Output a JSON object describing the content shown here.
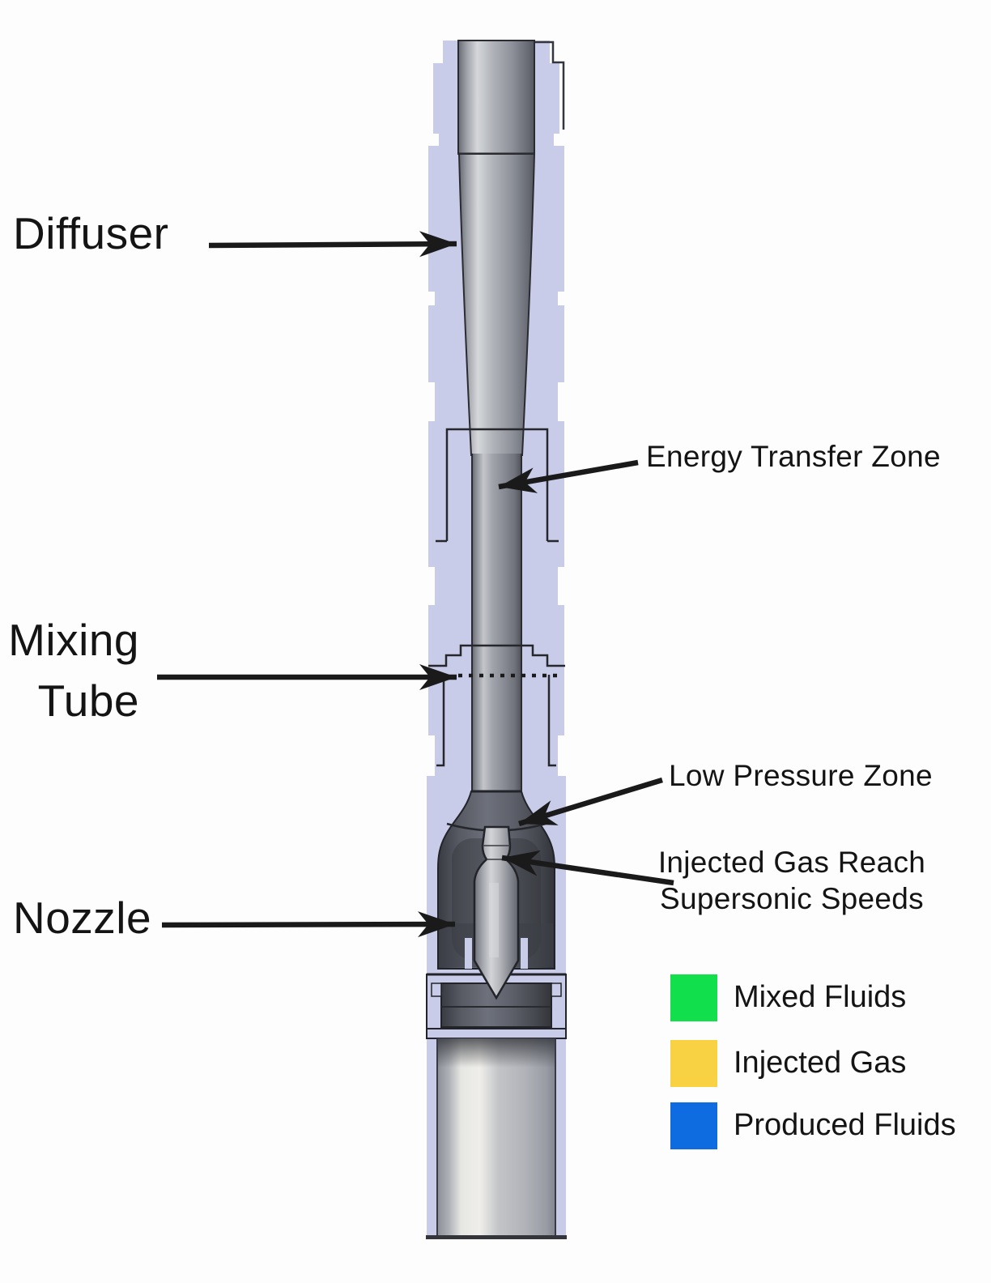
{
  "callouts": {
    "diffuser": "Diffuser",
    "energy_transfer_zone": "Energy Transfer Zone",
    "mixing_tube": {
      "line1": "Mixing",
      "line2": "Tube"
    },
    "low_pressure_zone": "Low Pressure Zone",
    "injected_gas": {
      "line1": "Injected Gas Reach",
      "line2": "Supersonic Speeds"
    },
    "nozzle": "Nozzle"
  },
  "legend": {
    "items": [
      {
        "label": "Mixed Fluids",
        "color": "#12DF4C"
      },
      {
        "label": "Injected Gas",
        "color": "#F8D243"
      },
      {
        "label": "Produced Fluids",
        "color": "#0F6BE0"
      }
    ]
  },
  "colors": {
    "casing": "#C8CCE9",
    "outline": "#26272C",
    "arrow": "#1A1A1A",
    "text": "#141414",
    "background": "#FDFDFE"
  }
}
